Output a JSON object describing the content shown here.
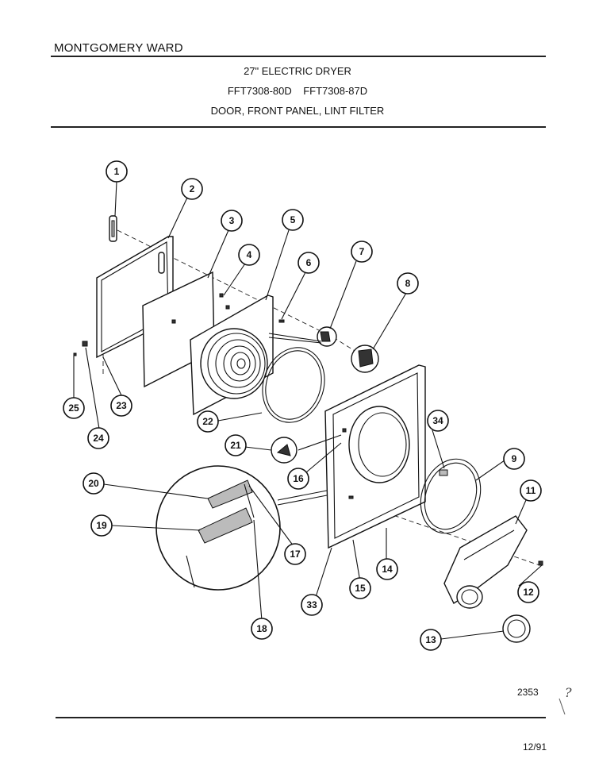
{
  "header": {
    "brand": "MONTGOMERY WARD",
    "product": "27\" ELECTRIC DRYER",
    "models": "FFT7308-80D    FFT7308-87D",
    "section": "DOOR, FRONT PANEL, LINT FILTER"
  },
  "footer": {
    "diagram_number": "2353",
    "date": "12/91"
  },
  "callouts": [
    "1",
    "2",
    "3",
    "4",
    "5",
    "6",
    "7",
    "8",
    "9",
    "11",
    "12",
    "13",
    "14",
    "15",
    "16",
    "17",
    "18",
    "19",
    "20",
    "21",
    "22",
    "23",
    "24",
    "25",
    "33",
    "34"
  ]
}
